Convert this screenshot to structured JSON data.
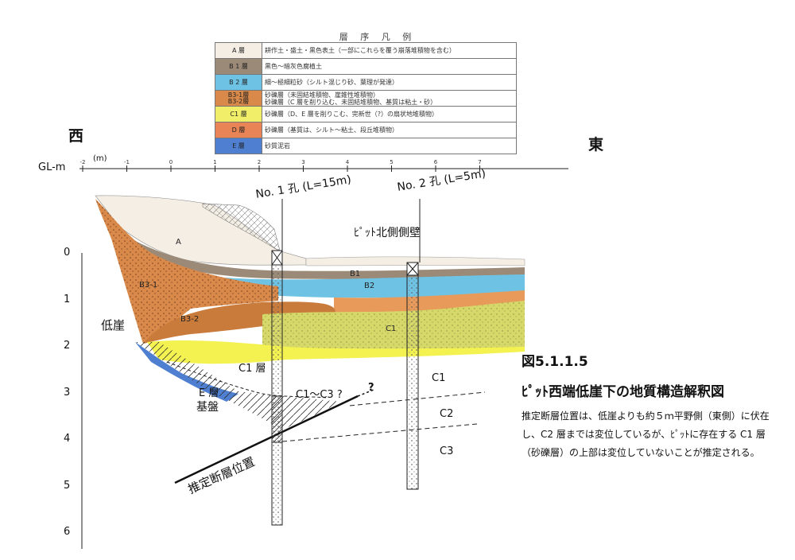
{
  "legend": {
    "title": "層 序 凡 例",
    "rows": [
      {
        "key": "A 層",
        "color": "#f4eee4",
        "desc": "耕作土・盛土・黒色表土（一部にこれらを覆う崩落堆積物を含む）"
      },
      {
        "key": "B 1 層",
        "color": "#9b8a77",
        "desc": "黒色～暗灰色腐植土"
      },
      {
        "key": "B 2 層",
        "color": "#6ec3e4",
        "desc": "細～極細粒砂（シルト混じり砂、葉理が発達）"
      },
      {
        "key": "B3-1層\nB3-2層",
        "color": "#d98a4a",
        "desc": "砂礫層（未固結堆積物、崖錐性堆積物）\n砂礫層（C 層を削り込む、未固結堆積物、基質は粘土・砂）"
      },
      {
        "key": "C1 層",
        "color": "#f1ee6a",
        "desc": "砂礫層（D、E 層を削りこむ、完新世（?）の扇状地堆積物）"
      },
      {
        "key": "D 層",
        "color": "#e88456",
        "desc": "砂礫層（基質は、シルト～粘土、段丘堆積物）"
      },
      {
        "key": "E 層",
        "color": "#4f7fd0",
        "desc": "砂質泥岩"
      }
    ]
  },
  "directions": {
    "west": "西",
    "east": "東"
  },
  "axis": {
    "name": "GL-m",
    "unit": "(m)",
    "x_ticks": [
      "-2",
      "-1",
      "0",
      "1",
      "2",
      "3",
      "4",
      "5",
      "6",
      "7"
    ],
    "depth_ticks": [
      "0",
      "1",
      "2",
      "3",
      "4",
      "5",
      "6"
    ]
  },
  "boreholes": {
    "no1": "No. 1 孔 (L=15m)",
    "no2": "No. 2 孔 (L=5m)",
    "pit_wall": "ﾋﾟｯﾄ北側側壁"
  },
  "labels": {
    "A": "A",
    "B1": "B1",
    "B2": "B2",
    "B3_1": "B3-1",
    "B3_2": "B3-2",
    "C1_in": "C1",
    "cliff": "低崖",
    "c1_layer": "C1 層",
    "e_layer": "E 層",
    "basement": "基盤",
    "c1_c3": "C1～C3 ?",
    "question": "?",
    "c1": "C1",
    "c2": "C2",
    "c3": "C3",
    "fault": "推定断層位置"
  },
  "figure": {
    "number": "図5.1.1.5",
    "title": "ﾋﾟｯﾄ西端低崖下の地質構造解釈図",
    "description": "推定断層位置は、低崖よりも約５ｍ平野側（東側）に伏在し、C2 層までは変位しているが、ﾋﾟｯﾄに存在する C1 層（砂礫層）の上部は変位していないことが推定される。"
  }
}
